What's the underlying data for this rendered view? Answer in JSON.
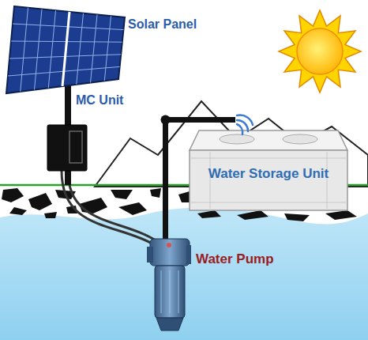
{
  "diagram": {
    "labels": [
      "Solar Panel",
      "MC Unit",
      "Water Storage Unit",
      "Water Pump"
    ]
  }
}
